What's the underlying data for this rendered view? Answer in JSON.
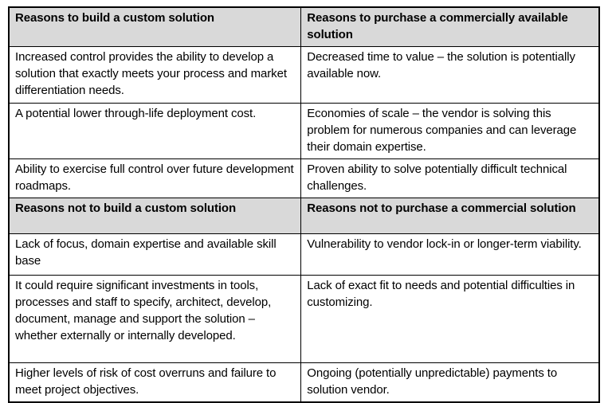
{
  "page": {
    "background": "#ffffff"
  },
  "table": {
    "colors": {
      "header_bg": "#d9d9d9",
      "border": "#000000",
      "text": "#000000"
    },
    "sections": [
      {
        "header": {
          "left": "Reasons to build a custom solution",
          "right": "Reasons to purchase a commercially available solution"
        },
        "rows": [
          {
            "left": "Increased control provides the ability to develop a solution that exactly meets your process and market differentiation needs.",
            "right": "Decreased time to value – the solution is potentially available now."
          },
          {
            "left": "A potential lower through-life deployment cost.",
            "right": "Economies of scale – the vendor is solving this problem for numerous companies and can leverage their domain expertise."
          },
          {
            "left": "Ability to exercise full control over future development roadmaps.",
            "right": "Proven ability to solve potentially difficult technical challenges."
          }
        ]
      },
      {
        "header": {
          "left": "Reasons not to build a custom solution",
          "right": "Reasons not to purchase a commercial solution"
        },
        "rows": [
          {
            "left": "Lack of focus, domain expertise and available skill base",
            "right": "Vulnerability to vendor lock-in or longer-term viability."
          },
          {
            "left": "It could require significant investments in tools, processes and staff to specify, architect, develop, document, manage and support the solution – whether externally or internally developed.",
            "right": "Lack of exact fit to needs and potential difficulties in customizing."
          },
          {
            "left": "Higher levels of risk of cost overruns and failure to meet project objectives.",
            "right": "Ongoing (potentially unpredictable) payments to solution vendor."
          }
        ]
      }
    ]
  }
}
